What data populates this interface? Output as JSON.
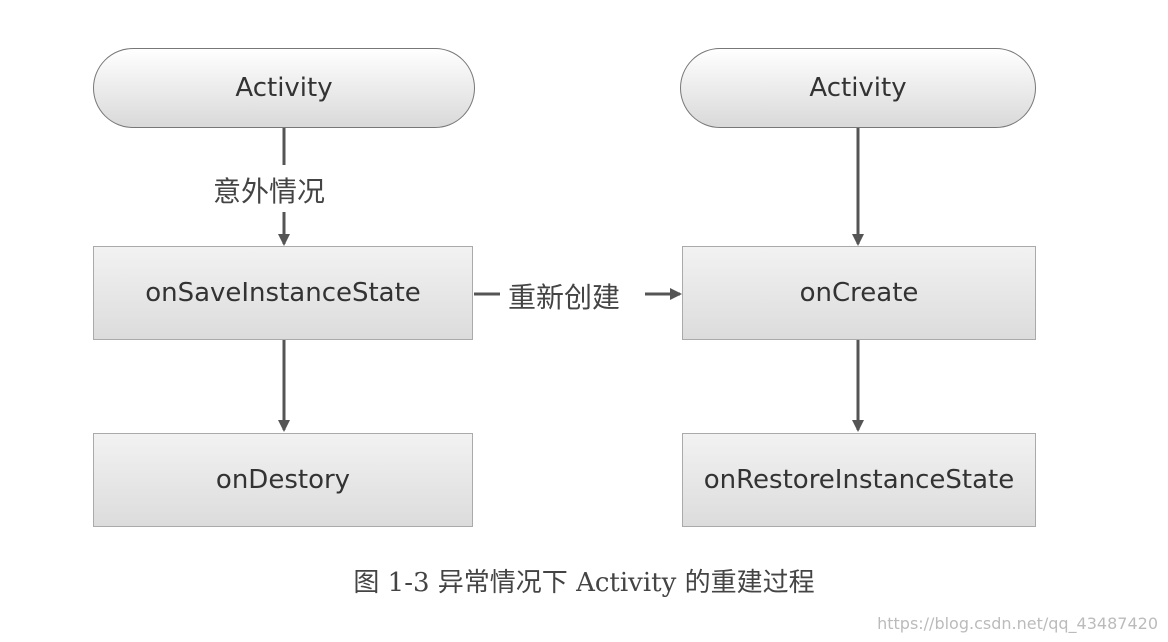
{
  "left_column": {
    "start_label": "Activity",
    "edge1_label": "意外情况",
    "box1_label": "onSaveInstanceState",
    "box2_label": "onDestory"
  },
  "right_column": {
    "start_label": "Activity",
    "box1_label": "onCreate",
    "box2_label": "onRestoreInstanceState"
  },
  "cross_edge_label": "重新创建",
  "caption": "图 1-3   异常情况下 Activity 的重建过程",
  "watermark": "https://blog.csdn.net/qq_43487420",
  "colors": {
    "border": "#777777",
    "arrow": "#555555",
    "text": "#333333"
  }
}
